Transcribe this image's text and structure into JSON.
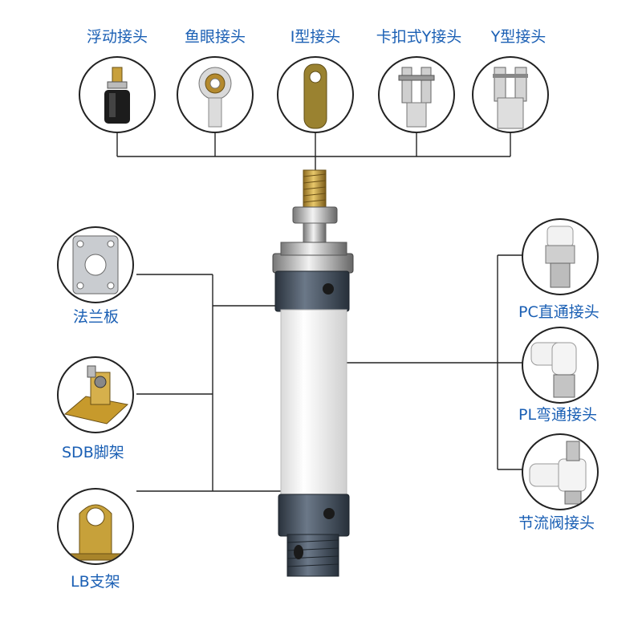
{
  "top_fittings": [
    {
      "label": "浮动接头",
      "icon": "floating-joint-icon"
    },
    {
      "label": "鱼眼接头",
      "icon": "rod-eye-joint-icon"
    },
    {
      "label": "I型接头",
      "icon": "i-type-joint-icon"
    },
    {
      "label": "卡扣式Y接头",
      "icon": "clip-y-joint-icon"
    },
    {
      "label": "Y型接头",
      "icon": "y-type-joint-icon"
    }
  ],
  "left_mounts": [
    {
      "label": "法兰板",
      "icon": "flange-plate-icon"
    },
    {
      "label": "SDB脚架",
      "icon": "sdb-foot-bracket-icon"
    },
    {
      "label": "LB支架",
      "icon": "lb-bracket-icon"
    }
  ],
  "right_fittings": [
    {
      "label": "PC直通接头",
      "icon": "pc-straight-fitting-icon"
    },
    {
      "label": "PL弯通接头",
      "icon": "pl-elbow-fitting-icon"
    },
    {
      "label": "节流阀接头",
      "icon": "throttle-valve-fitting-icon"
    }
  ],
  "colors": {
    "label": "#1a5fb4",
    "line": "#222222",
    "end_cap": "#4a5664",
    "brass": "#c8a03c"
  }
}
